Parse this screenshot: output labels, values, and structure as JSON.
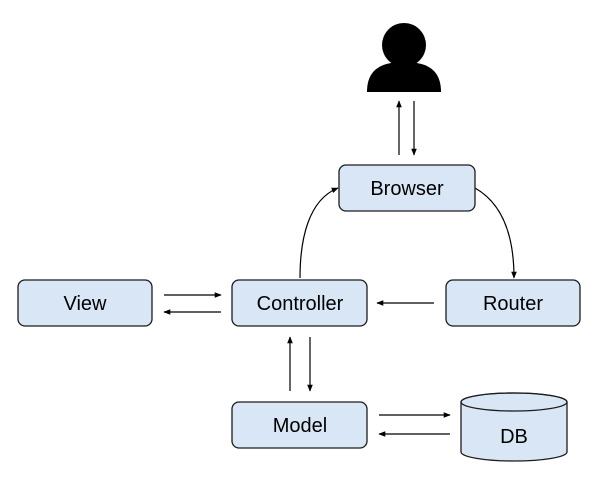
{
  "nodes": {
    "browser": "Browser",
    "view": "View",
    "controller": "Controller",
    "router": "Router",
    "model": "Model",
    "db": "DB"
  },
  "icons": {
    "user": "user-icon"
  },
  "colors": {
    "node_fill": "#d9e6f6",
    "node_stroke": "#1c1c1c",
    "arrow": "#000000",
    "user_icon": "#000000"
  },
  "edges": [
    {
      "from": "user",
      "to": "browser"
    },
    {
      "from": "browser",
      "to": "user"
    },
    {
      "from": "browser",
      "to": "router"
    },
    {
      "from": "router",
      "to": "controller"
    },
    {
      "from": "controller",
      "to": "browser"
    },
    {
      "from": "controller",
      "to": "view"
    },
    {
      "from": "view",
      "to": "controller"
    },
    {
      "from": "controller",
      "to": "model"
    },
    {
      "from": "model",
      "to": "controller"
    },
    {
      "from": "model",
      "to": "db"
    },
    {
      "from": "db",
      "to": "model"
    }
  ]
}
